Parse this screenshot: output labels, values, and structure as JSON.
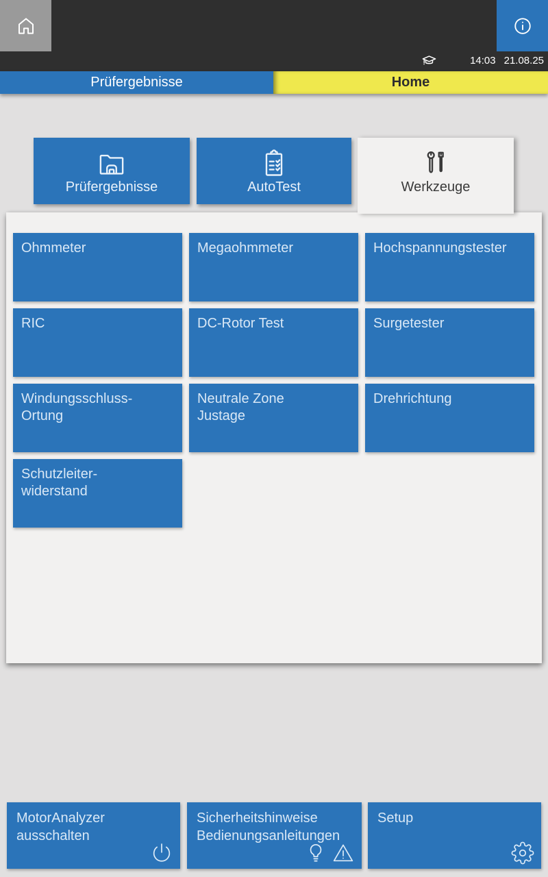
{
  "colors": {
    "accent_blue": "#2b74b9",
    "accent_yellow": "#efe84d",
    "topbar_dark": "#2f2f2f",
    "home_button_gray": "#9a9a9a",
    "panel_light": "#f2f1f0",
    "page_background": "#e1e0e0"
  },
  "topbar": {
    "home_icon": "home-icon",
    "info_icon": "info-icon",
    "status_icon": "graduation-cap-icon",
    "time": "14:03",
    "date": "21.08.25"
  },
  "tabbar": {
    "tabs": [
      {
        "label": "Prüfergebnisse",
        "active": false
      },
      {
        "label": "Home",
        "active": true
      }
    ]
  },
  "nav_cards": [
    {
      "label": "Prüfergebnisse",
      "icon": "folder-icon",
      "active": false
    },
    {
      "label": "AutoTest",
      "icon": "clipboard-icon",
      "active": false
    },
    {
      "label": "Werkzeuge",
      "icon": "tools-icon",
      "active": true
    }
  ],
  "tools_grid": [
    {
      "label": "Ohmmeter"
    },
    {
      "label": "Megaohmmeter"
    },
    {
      "label": "Hochspannungstester"
    },
    {
      "label": "RIC"
    },
    {
      "label": "DC-Rotor Test"
    },
    {
      "label": "Surgetester"
    },
    {
      "label": "Windungsschluss-\nOrtung"
    },
    {
      "label": "Neutrale Zone\nJustage"
    },
    {
      "label": "Drehrichtung"
    },
    {
      "label": "Schutzleiter-\nwiderstand"
    }
  ],
  "bottom_buttons": [
    {
      "label": "MotorAnalyzer\nausschalten",
      "icons": [
        "power-icon"
      ]
    },
    {
      "label": "Sicherheitshinweise\nBedienungsanleitungen",
      "icons": [
        "bulb-icon",
        "warning-icon"
      ]
    },
    {
      "label": "Setup",
      "icons": [
        "gear-icon"
      ]
    }
  ]
}
